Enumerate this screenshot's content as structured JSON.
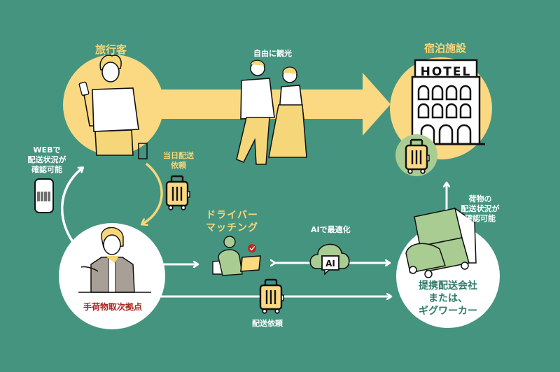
{
  "title": "手荷物配送サービスの流れ",
  "colors": {
    "background": "#45947f",
    "accent_yellow": "#fad982",
    "light_green": "#a9cc93",
    "white": "#ffffff",
    "dark_red": "#a8231d",
    "text_green": "#2f7a68"
  },
  "nodes": {
    "traveler": {
      "label": "旅行客",
      "icon": "traveler-with-phone-and-suitcase"
    },
    "sightseeing": {
      "label": "自由に観光",
      "icon": "walking-couple"
    },
    "hotel": {
      "label": "宿泊施設",
      "sign": "HOTEL",
      "icon": "hotel-building"
    },
    "baggage_point": {
      "label": "手荷物取次拠点",
      "icon": "staff-person"
    },
    "driver_matching": {
      "label_line1": "ドライバー",
      "label_line2": "マッチング",
      "icon": "driver-with-laptop"
    },
    "ai": {
      "label": "AIで最適化",
      "badge": "AI",
      "icon": "cloud-ai"
    },
    "delivery_company": {
      "label_line1": "提携配送会社",
      "label_line2": "または、",
      "label_line3": "ギグワーカー",
      "icon": "truck-and-car"
    }
  },
  "annotations": {
    "web_status": {
      "line1": "WEBで",
      "line2": "配送状況が",
      "line3": "確認可能",
      "icon": "phone-barcode"
    },
    "same_day": {
      "line1": "当日配送",
      "line2": "依頼",
      "icon": "suitcase"
    },
    "delivery_request": {
      "label": "配送依頼",
      "icon": "suitcase"
    },
    "cargo_status": {
      "line1": "荷物の",
      "line2": "配送状況が",
      "line3": "確認可能"
    }
  }
}
